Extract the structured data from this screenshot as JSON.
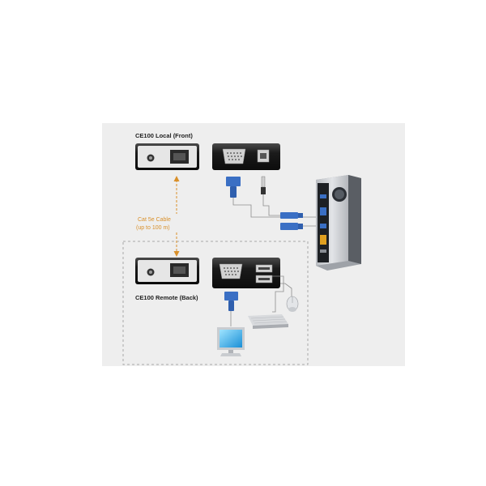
{
  "labels": {
    "local_unit": "CE100 Local (Front)",
    "remote_unit": "CE100 Remote (Back)",
    "cable_line1": "Cat 5e Cable",
    "cable_line2": "(up to 100 m)"
  },
  "colors": {
    "panel_bg": "#eeeeee",
    "unit_dark": "#1b1b1b",
    "cable_orange": "#d9902a",
    "vga_blue": "#3a6fc4",
    "dash": "#a8a8a8",
    "pc_case": "#c9cbcf"
  },
  "icons": [
    "rj45-port-icon",
    "dc-power-jack-icon",
    "vga-port-icon",
    "usb-b-port-icon",
    "usb-a-ports-icon",
    "vga-connector-icon",
    "usb-connector-icon",
    "pc-tower-icon",
    "monitor-icon",
    "keyboard-icon",
    "mouse-icon"
  ]
}
